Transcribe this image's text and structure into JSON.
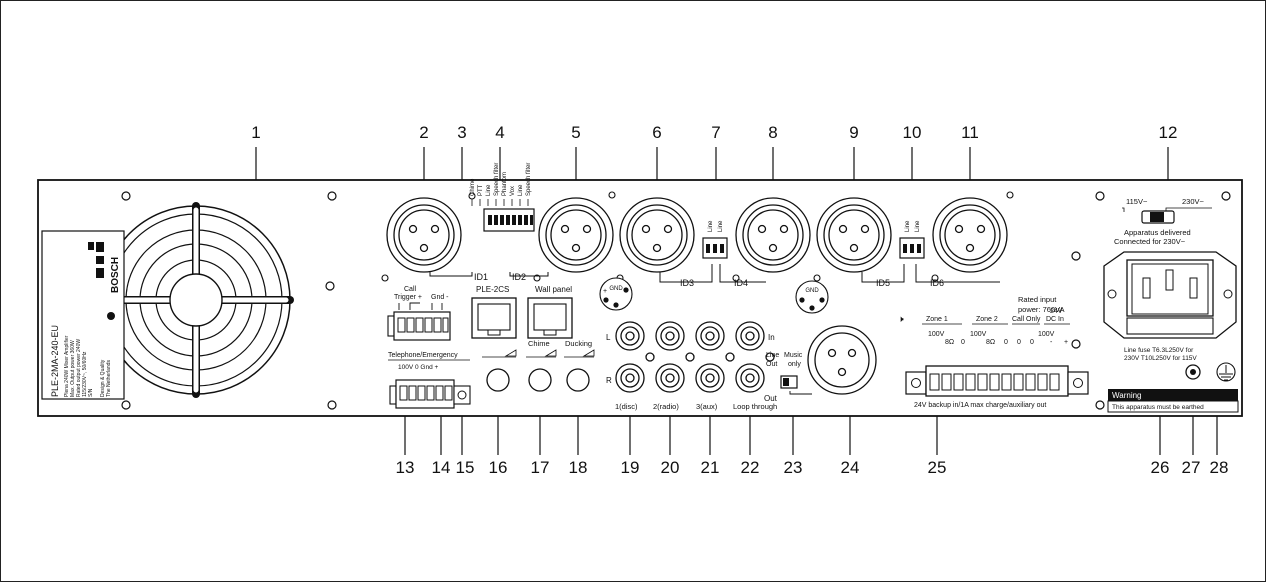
{
  "callouts": [
    "1",
    "2",
    "3",
    "4",
    "5",
    "6",
    "7",
    "8",
    "9",
    "10",
    "11",
    "12",
    "13",
    "14",
    "15",
    "16",
    "17",
    "18",
    "19",
    "20",
    "21",
    "22",
    "23",
    "24",
    "25",
    "26",
    "27",
    "28"
  ],
  "label_plate": {
    "model": "PLE-2MA-240-EU",
    "line1": "Plena 240W Mixer Amplifier",
    "line2": "Max. Output power 360W",
    "line3": "Rated output power 240W",
    "line4": "115/230V~, 50/60Hz",
    "line5": "S/N",
    "design1": "Design & Quality",
    "design2": "The Netherlands",
    "brand": "BOSCH"
  },
  "dip1_labels": [
    "Chime",
    "PTT",
    "Line",
    "Speech filter",
    "Phantom",
    "Vox",
    "Line",
    "Speech filter"
  ],
  "panel": {
    "call_trigger": "Call",
    "trigger": "Trigger +",
    "gnd": "Gnd -",
    "io1": "ID1",
    "io2": "ID2",
    "io3": "ID3",
    "io4": "ID4",
    "io5": "ID5",
    "io6": "ID6",
    "line": "Line",
    "ple2cs": "PLE-2CS",
    "wall_panel": "Wall panel",
    "tel_emergency": "Telephone/Emergency",
    "tel_scale": "100V      0 Gnd +",
    "chime": "Chime",
    "ducking": "Ducking",
    "gnd_pin": "GND",
    "L": "L",
    "R": "R",
    "in": "In",
    "out": "Out",
    "in1": "1(disc)",
    "in2": "2(radio)",
    "in3": "3(aux)",
    "loop": "Loop through",
    "line_out": "Line",
    "out_word": "Out",
    "music": "Music",
    "only": "only",
    "rated1": "Rated input",
    "rated2": "power: 760VA",
    "zone1": "Zone 1",
    "zone2": "Zone 2",
    "call_only": "Call Only",
    "v24": "24V",
    "dc_in": "DC In",
    "z100a": "100V",
    "z8a": "8Ω",
    "z0a": "0",
    "z100b": "100V",
    "z8b": "8Ω",
    "z0b": "0",
    "z0c": "0",
    "z0d": "0",
    "z100c": "100V",
    "minus": "-",
    "plus": "+",
    "backup": "24V backup in/1A max charge/auxiliary out",
    "v115": "115V~",
    "v230": "230V~",
    "delivered1": "Apparatus delivered",
    "delivered2": "Connected for 230V~",
    "fuse1": "Line fuse T6.3L250V for",
    "fuse2": "230V T10L250V for 115V",
    "warning": "Warning",
    "warning_text": "This apparatus must be earthed"
  }
}
